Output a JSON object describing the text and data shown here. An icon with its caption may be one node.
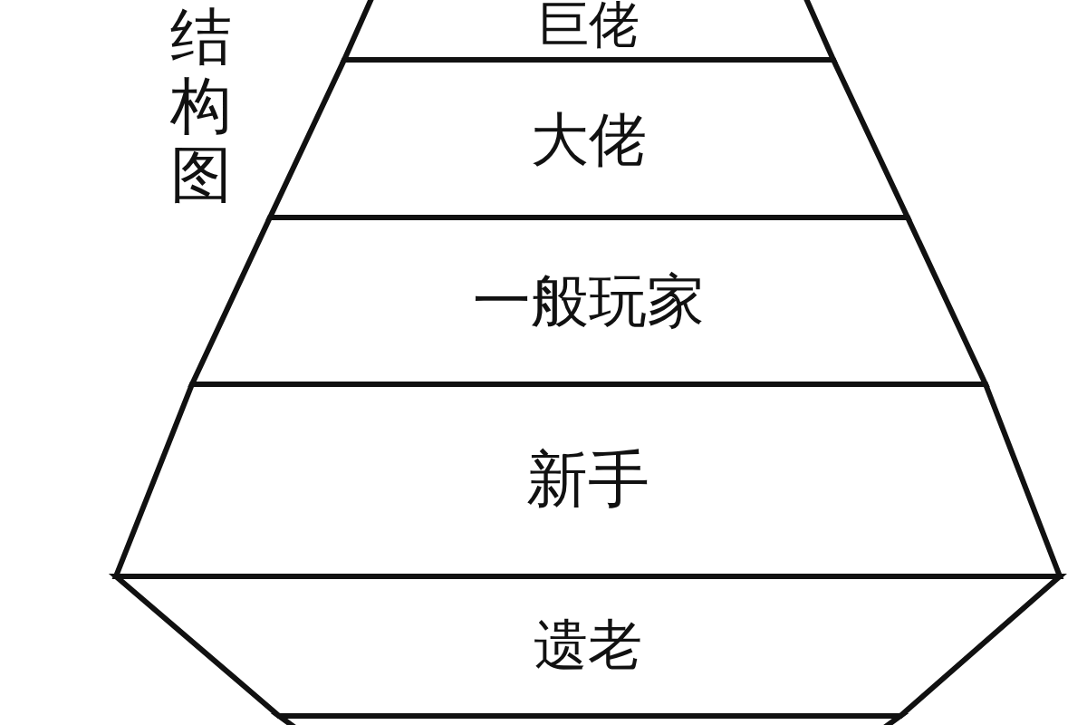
{
  "diagram": {
    "nodes": [
      {
        "text": [
          "巨佬"
        ]
      },
      {
        "text": [
          "大佬"
        ]
      },
      {
        "text": [
          "一般玩家"
        ]
      },
      {
        "text": [
          "新手"
        ]
      },
      {
        "text": [
          "遗老"
        ]
      },
      {
        "text": [],
        "shape": "box"
      }
    ],
    "labels": [
      "结构图"
    ]
  }
}
